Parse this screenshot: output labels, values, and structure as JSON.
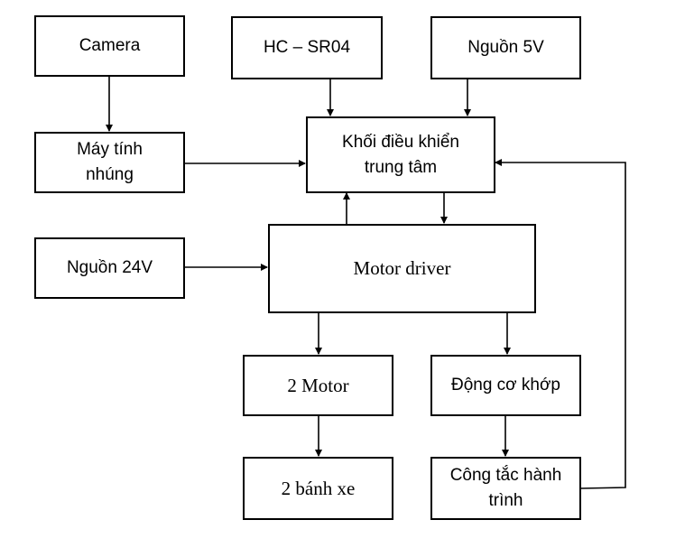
{
  "nodes": {
    "camera": "Camera",
    "hc_sr04": "HC – SR04",
    "nguon_5v": "Nguồn 5V",
    "may_tinh_nhung": [
      "Máy tính",
      "nhúng"
    ],
    "khoi_dieu_khien": [
      "Khối điều khiển",
      "trung tâm"
    ],
    "nguon_24v": "Nguồn 24V",
    "motor_driver": "Motor driver",
    "two_motor": "2 Motor",
    "dong_co_khop": "Động cơ khớp",
    "two_banh_xe": "2 bánh xe",
    "cong_tac": [
      "Công tắc hành",
      "trình"
    ]
  },
  "colors": {
    "stroke": "#000000",
    "background": "#ffffff"
  }
}
